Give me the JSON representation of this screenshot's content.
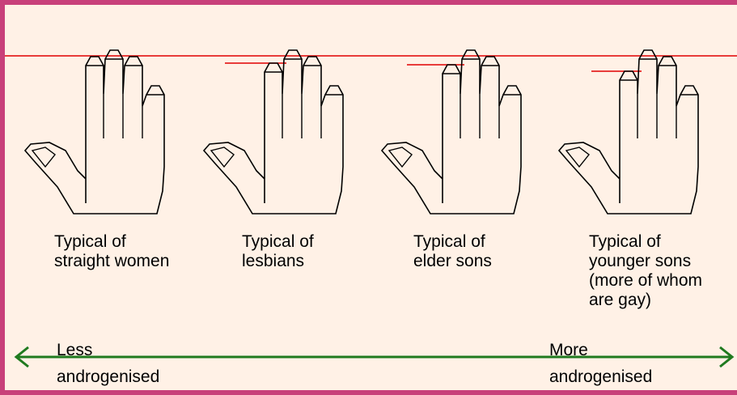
{
  "colors": {
    "border": "#c8407a",
    "background": "#fff1e6",
    "reference_line": "#e00000",
    "arrow": "#1f7a1f",
    "outline": "#000000"
  },
  "hands": [
    {
      "lines": [
        "Typical of",
        "straight women"
      ]
    },
    {
      "lines": [
        "Typical of",
        "lesbians"
      ]
    },
    {
      "lines": [
        "Typical of",
        "elder sons"
      ]
    },
    {
      "lines": [
        "Typical of",
        "younger sons",
        "(more of whom",
        "are gay)"
      ]
    }
  ],
  "scale": {
    "left_label": [
      "Less",
      "androgenised"
    ],
    "right_label": [
      "More",
      "androgenised"
    ]
  }
}
